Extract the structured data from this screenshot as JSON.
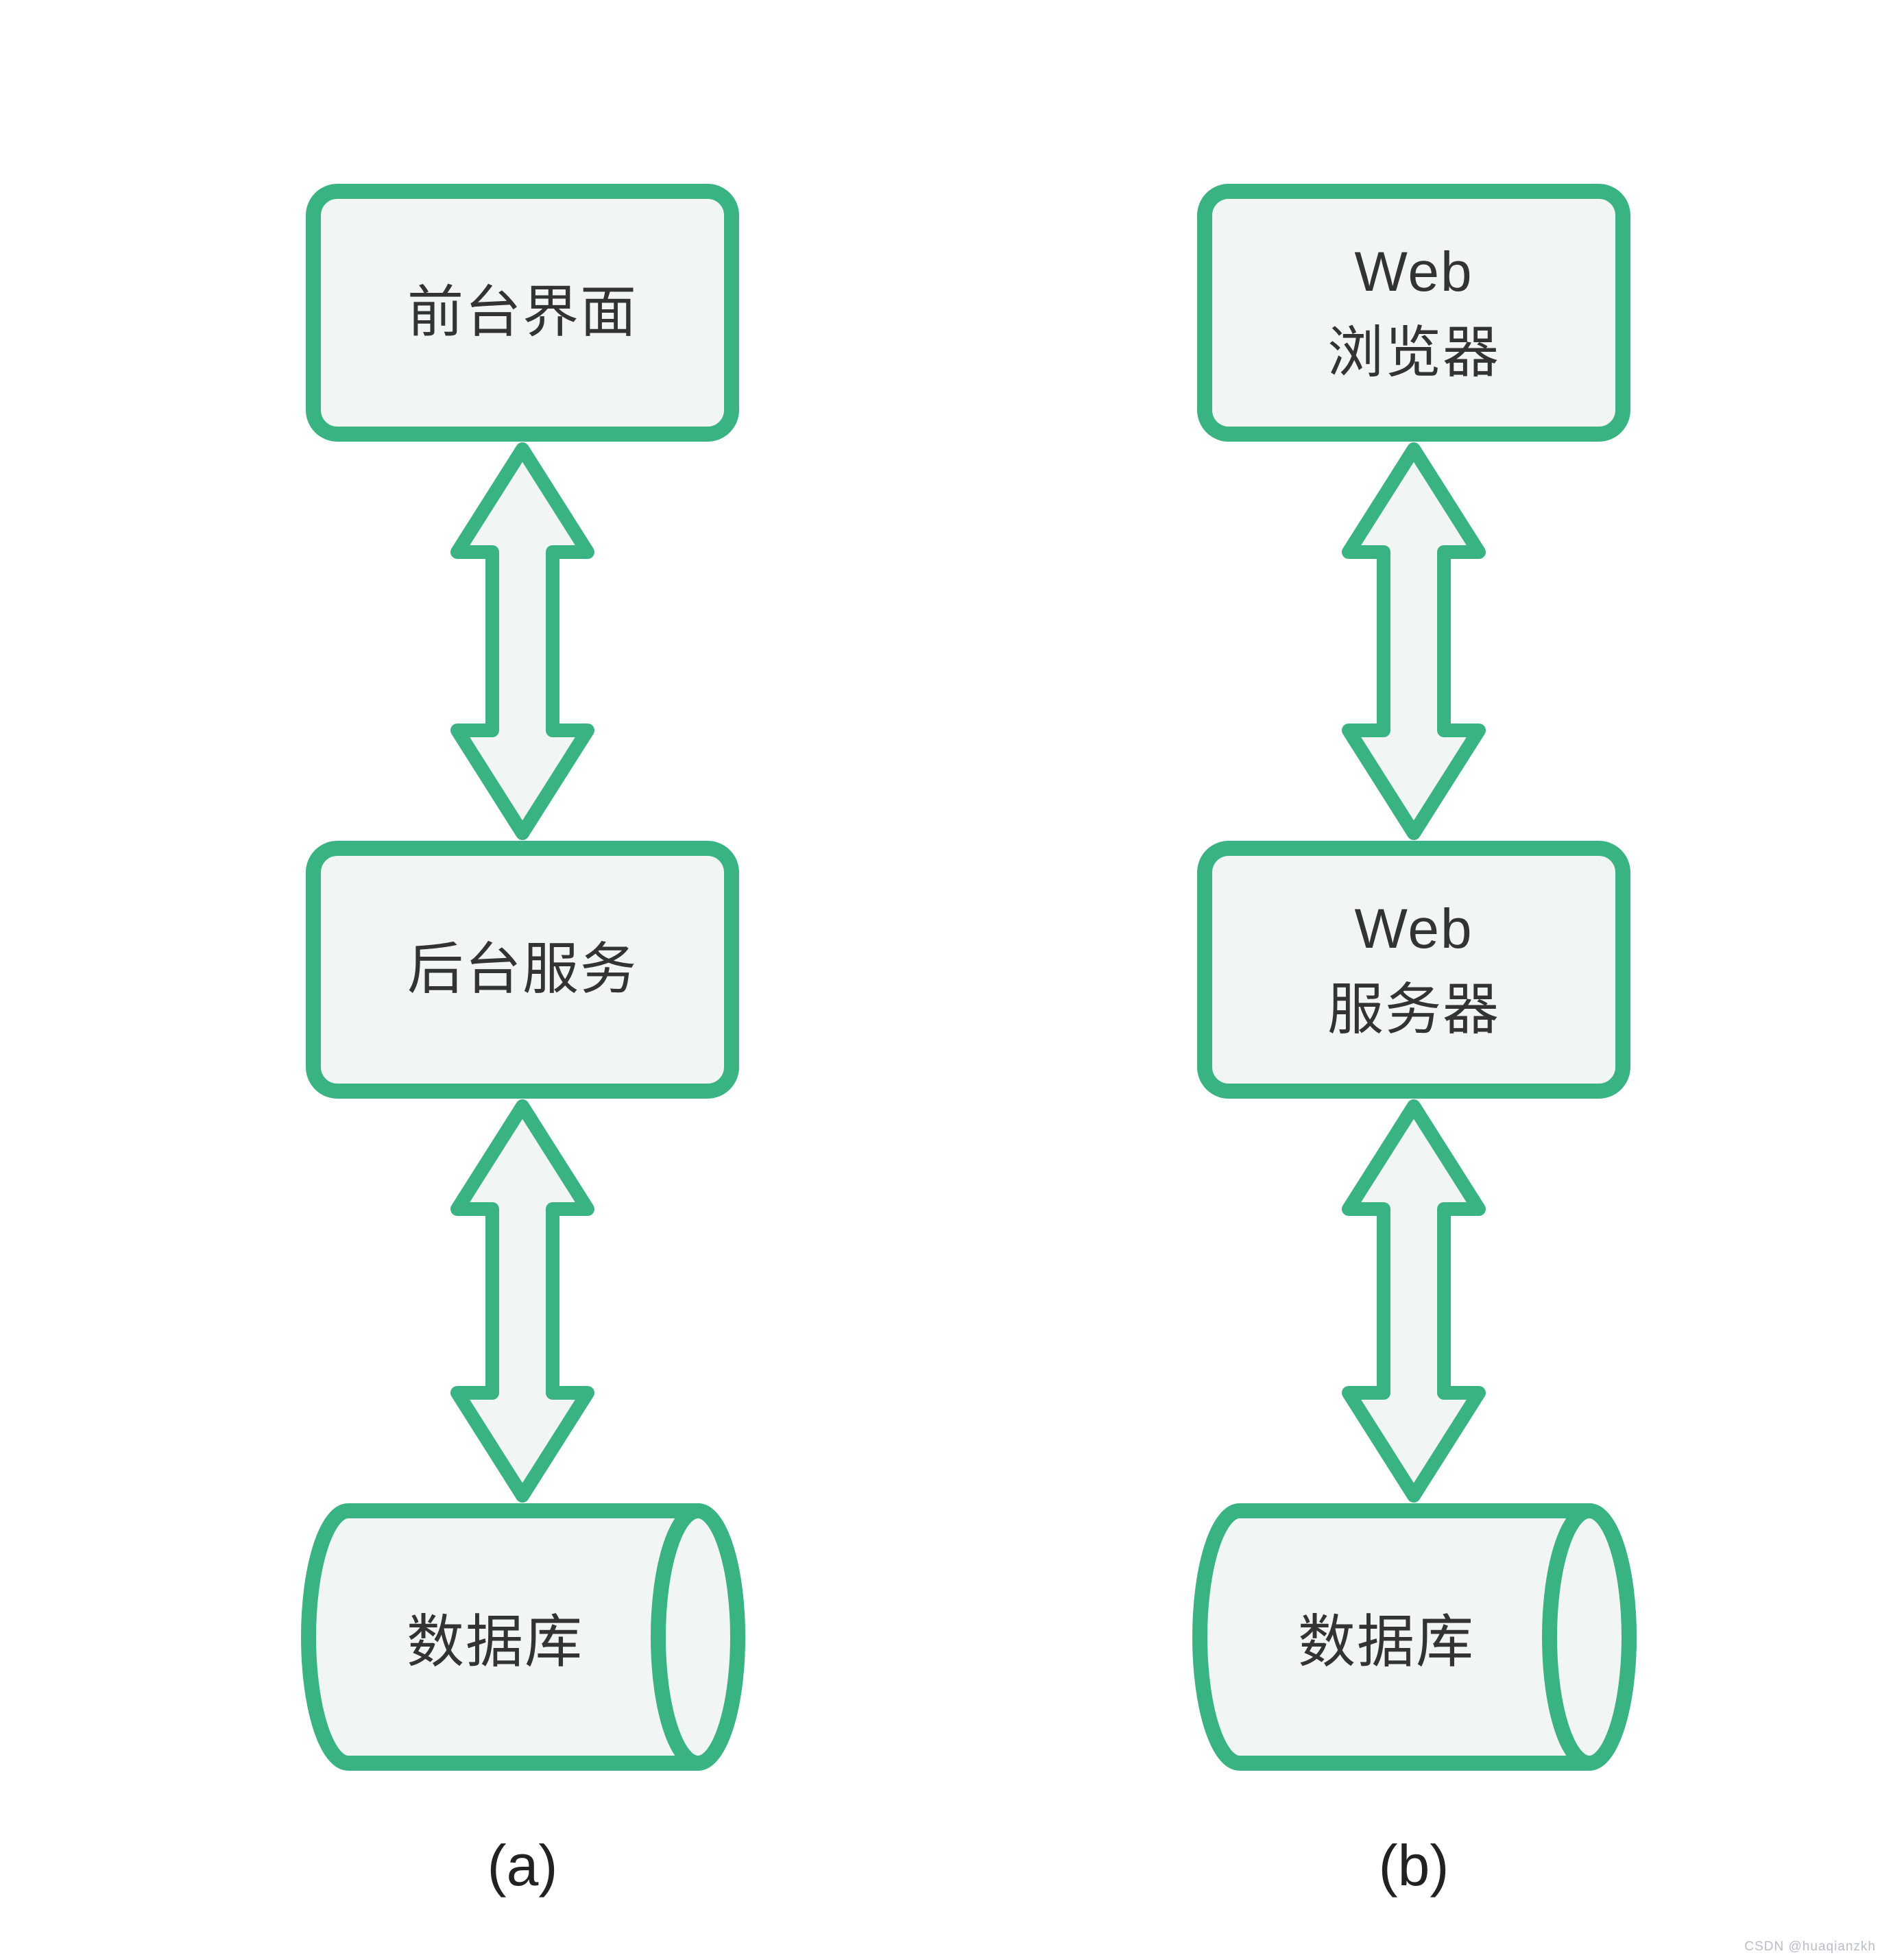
{
  "colors": {
    "green": "#3ab383",
    "box_fill": "#f1f5f3",
    "text": "#333333",
    "caption": "#222222",
    "watermark": "#b9bdc6",
    "background": "#ffffff"
  },
  "diagram": {
    "description": "Two vertical client-server architecture stacks connected by bidirectional arrows",
    "columns": [
      {
        "caption": "(a)",
        "nodes": [
          {
            "type": "box",
            "label": "前台界面"
          },
          {
            "type": "box",
            "label": "后台服务"
          },
          {
            "type": "cylinder",
            "label": "数据库"
          }
        ]
      },
      {
        "caption": "(b)",
        "nodes": [
          {
            "type": "box",
            "lines": [
              "Web",
              "浏览器"
            ]
          },
          {
            "type": "box",
            "lines": [
              "Web",
              "服务器"
            ]
          },
          {
            "type": "cylinder",
            "label": "数据库"
          }
        ]
      }
    ]
  },
  "watermark": {
    "text": "CSDN @huaqianzkh"
  }
}
